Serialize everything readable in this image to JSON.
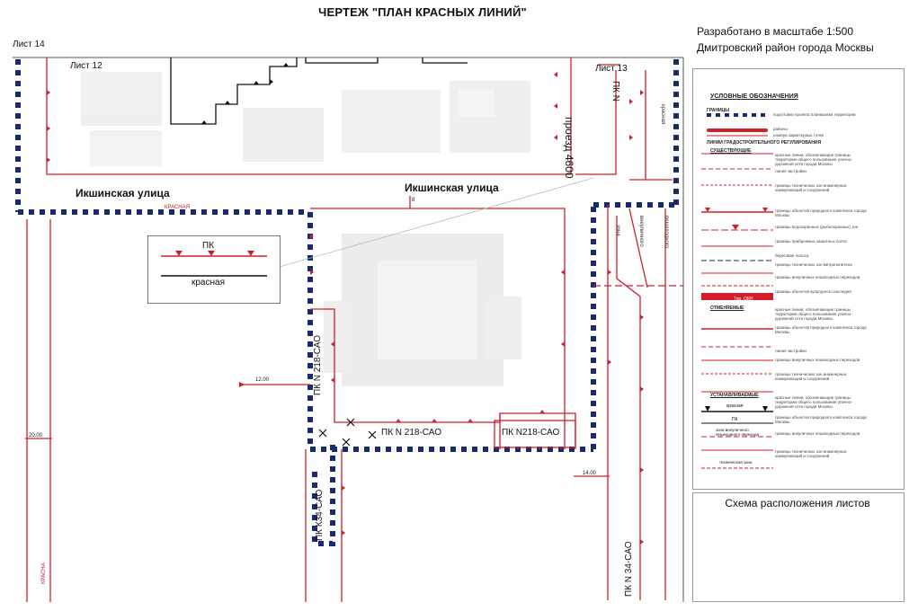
{
  "header": {
    "title": "ЧЕРТЕЖ \"ПЛАН КРАСНЫХ ЛИНИЙ\"",
    "scale_line1": "Разработано в масштабе 1:500",
    "scale_line2": "Дмитровский район города Москвы"
  },
  "sheets": {
    "sheet14": "Лист 14",
    "sheet12": "Лист 12",
    "sheet13": "Лист 13"
  },
  "map": {
    "street_left": "Икшинская улица",
    "street_center": "Икшинская улица",
    "proezd": "проезд 4600",
    "pk_vertical_218": "ПК N 218-САО",
    "pk_horizontal_218": "ПК N 218-САО",
    "pk_box_218": "ПК N218-САО",
    "pk_k34": "ПК К34-САО",
    "pk_n34": "ПК N 34-САО",
    "pk_n_top": "ПК N",
    "dim_12": "12.00",
    "dim_20": "20.00",
    "dim_14": "14.00",
    "dim_8": "8",
    "krasnaya_small": "КРАСНАЯ",
    "krasnaya_left": "КРАСНА",
    "zone_label": "зона",
    "vnelichnogo": "внеуличного",
    "peshekhodnogo": "пешеходного",
    "krasnaya_right": "красная"
  },
  "mini_legend": {
    "pk": "ПК",
    "red": "красная"
  },
  "legend": {
    "title": "УСЛОВНЫЕ ОБОЗНАЧЕНИЯ",
    "borders": "ГРАНИЦЫ",
    "b1": "подготовки проекта планировки территории",
    "b2": "районы",
    "b3": "номера характерных точек",
    "section_lines": "ЛИНИИ ГРАДОСТРОИТЕЛЬНОГО РЕГУЛИРОВАНИЯ",
    "existing": "СУЩЕСТВУЮЩИЕ",
    "cancelled": "ОТМЕНЯЕМЫЕ",
    "established": "УСТАНАВЛИВАЕМЫЕ",
    "e1": "красные линии, обозначающие границы территории общего пользования улично-дорожной сети города Москвы",
    "e2": "линия застройки",
    "e3": "границы технических зон инженерных коммуникаций и сооружений",
    "e4": "границы объектов природного комплекса города Москвы",
    "e5": "границы водоохранных (рыбоохранных) зон",
    "e6": "границы прибрежных защитных полос",
    "e7": "береговая полоса",
    "e8": "границы технических зон метрополитена",
    "e9": "границы внеуличных пешеходных переходов",
    "e10": "границы объектов культурного наследия",
    "c1": "красные линии, обозначающие границы территории общего пользования улично-дорожной сети города Москвы",
    "c2": "границы объектов природного комплекса города Москвы",
    "c3": "линия застройки",
    "c4": "границы внеуличных пешеходных переходов",
    "c5": "границы технических зон инженерных коммуникаций и сооружений",
    "s1": "красные линии, обозначающие границы территории общего пользования улично-дорожной сети города Москвы",
    "s2": "границы объектов природного комплекса города Москвы",
    "s3": "границы внеуличных пешеходных переходов",
    "s4": "границы технических зон инженерных коммуникаций и сооружений",
    "sample_pk": "ПК",
    "sample_red": "красная",
    "sample_tex": "техническая зона",
    "sample_zone": "зона внеуличного пешеходного перехода",
    "sample_ter": "Тер. ОКН"
  },
  "schema": {
    "title": "Схема расположения листов"
  },
  "colors": {
    "red_line": "#d21f2b",
    "blue_border": "#1a2a6e",
    "grey_building": "#d8d8d8"
  }
}
